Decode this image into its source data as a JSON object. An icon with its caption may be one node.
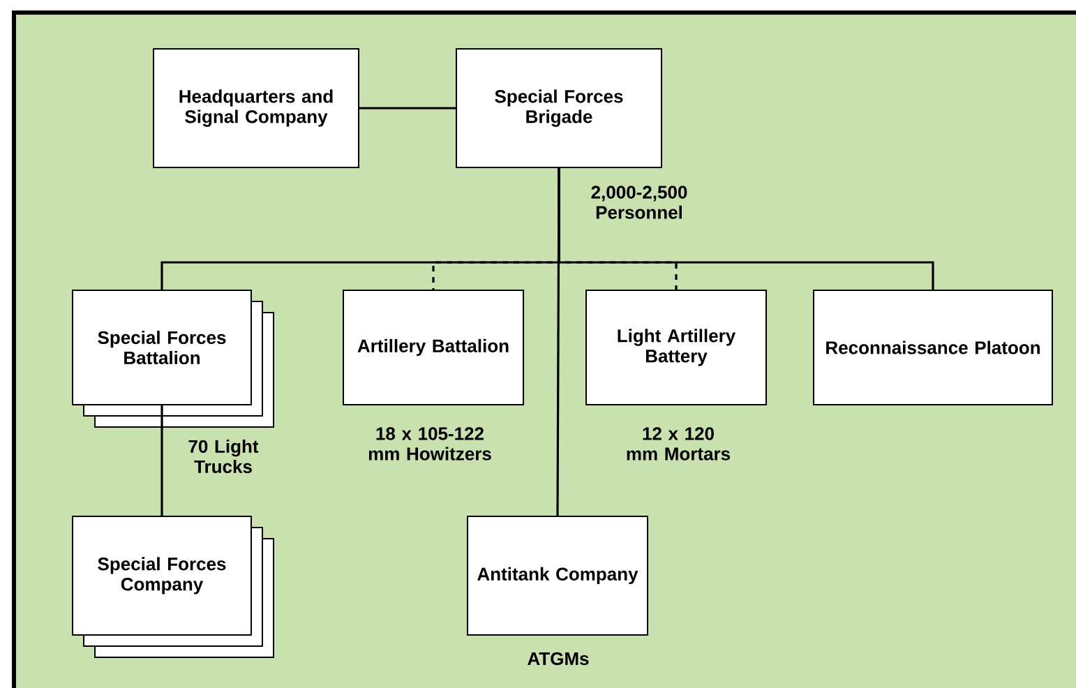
{
  "diagram": {
    "nodes": [
      {
        "text": [
          "Headquarters and Signal Company"
        ]
      },
      {
        "text": [
          "Special Forces Brigade"
        ],
        "beside": [
          "2,000-2,500 Personnel"
        ]
      },
      {
        "text": [
          "Special Forces Battalion"
        ],
        "beside": [
          "70 Light Trucks"
        ]
      },
      {
        "text": [
          "Artillery Battalion"
        ],
        "beside": [
          "18 x 105-122 mm Howitzers"
        ]
      },
      {
        "text": [
          "Light Artillery Battery"
        ],
        "beside": [
          "12 x 120 mm Mortars"
        ]
      },
      {
        "text": [
          "Reconnaissance Platoon"
        ]
      },
      {
        "text": [
          "Special Forces Company"
        ]
      },
      {
        "text": [
          "Antitank Company"
        ],
        "beside": [
          "ATGMs"
        ]
      }
    ],
    "edges": [
      {
        "from": 0,
        "to": 1,
        "arrow": "none"
      },
      {
        "from": 1,
        "to": 2,
        "arrow": "none"
      },
      {
        "from": 1,
        "to": 3,
        "arrow": "none",
        "style": "dashed"
      },
      {
        "from": 1,
        "to": 4,
        "arrow": "none",
        "style": "dashed"
      },
      {
        "from": 1,
        "to": 5,
        "arrow": "none"
      },
      {
        "from": 1,
        "to": 7,
        "arrow": "none"
      },
      {
        "from": 2,
        "to": 6,
        "arrow": "none"
      }
    ]
  }
}
